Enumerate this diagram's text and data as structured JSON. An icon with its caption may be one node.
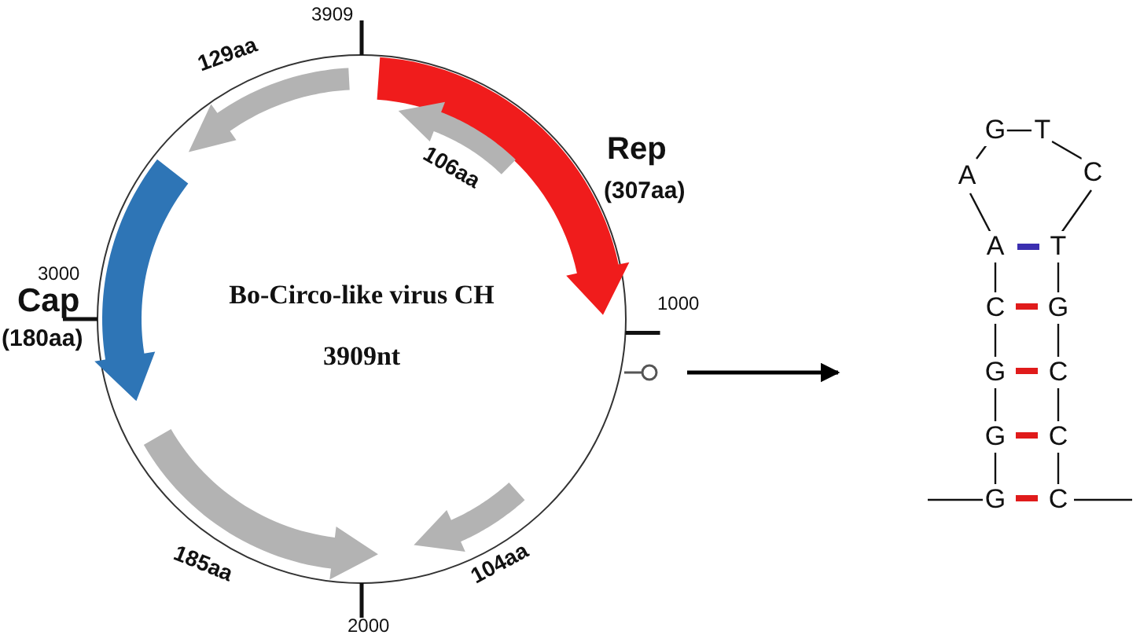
{
  "diagram": {
    "nodes": [
      {
        "text": [
          "Bo-Circo-like virus CH",
          "3909nt"
        ]
      },
      {
        "text": [],
        "shape": "circle"
      },
      {
        "text": [],
        "shape": "picture"
      }
    ],
    "edges": [
      {
        "from": 1,
        "to": 2,
        "arrow": "to"
      }
    ],
    "labels": [
      "3909",
      "129aa",
      "106aa",
      "Rep",
      "(307aa)",
      "3000",
      "Cap",
      "1000",
      "(180aa)",
      "185aa",
      "104aa",
      "2000",
      "G",
      "T",
      "A",
      "C",
      "A",
      "T",
      "C",
      "G",
      "G",
      "C",
      "G",
      "C",
      "G",
      "C"
    ]
  }
}
